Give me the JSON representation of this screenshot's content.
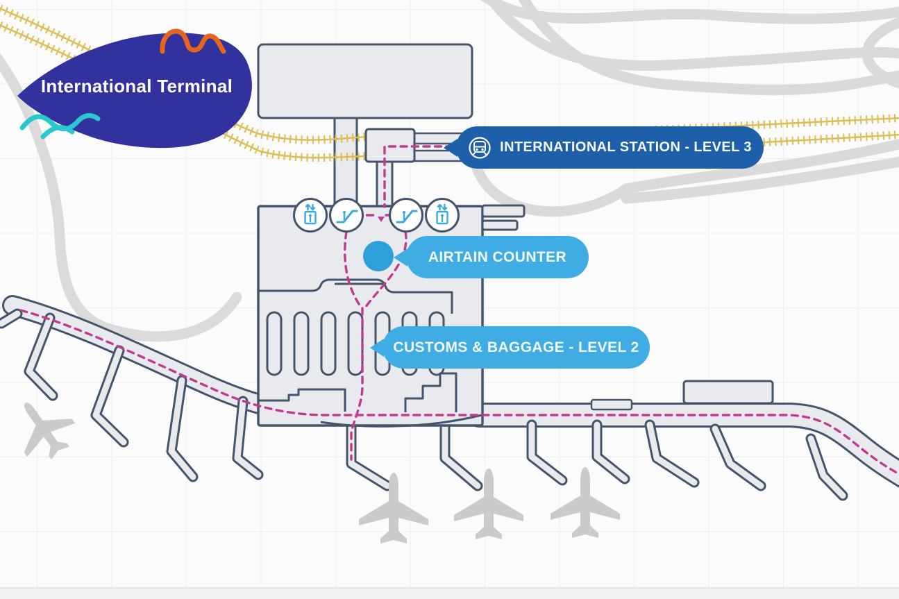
{
  "terminal_badge": {
    "label": "International Terminal",
    "color": "#32329e",
    "decorations": [
      "orange-squiggle",
      "teal-squiggle"
    ]
  },
  "callouts": {
    "station": {
      "label": "INTERNATIONAL STATION - LEVEL 3",
      "icon": "train-icon",
      "color": "#1d5fa8",
      "text_color": "#ffffff"
    },
    "airtrain": {
      "label": "AIRTAIN COUNTER",
      "color": "#3fade4",
      "text_color": "#f2faff",
      "marker": "airtrain-counter-dot"
    },
    "customs": {
      "label": "CUSTOMS & BAGGAGE - LEVEL 2",
      "color": "#3fade4",
      "text_color": "#f2faff"
    }
  },
  "map": {
    "facility_icons": [
      {
        "name": "elevator-icon"
      },
      {
        "name": "escalator-icon"
      },
      {
        "name": "escalator-icon"
      },
      {
        "name": "elevator-icon"
      }
    ],
    "marker": {
      "name": "airtrain-counter-dot",
      "color": "#2e9fd9"
    },
    "airplane_count": 4,
    "colors": {
      "route_dashed": "#c23a8c",
      "railway": "#dcbe55",
      "building_fill": "#e9eaed",
      "building_stroke": "#44546a",
      "roads": "#d9d9d9",
      "background": "#fbfbfc",
      "grid": "#eeeef0",
      "plane": "#cbcbcb",
      "squiggle_orange": "#e8651e",
      "squiggle_teal": "#2bc7cf"
    }
  }
}
